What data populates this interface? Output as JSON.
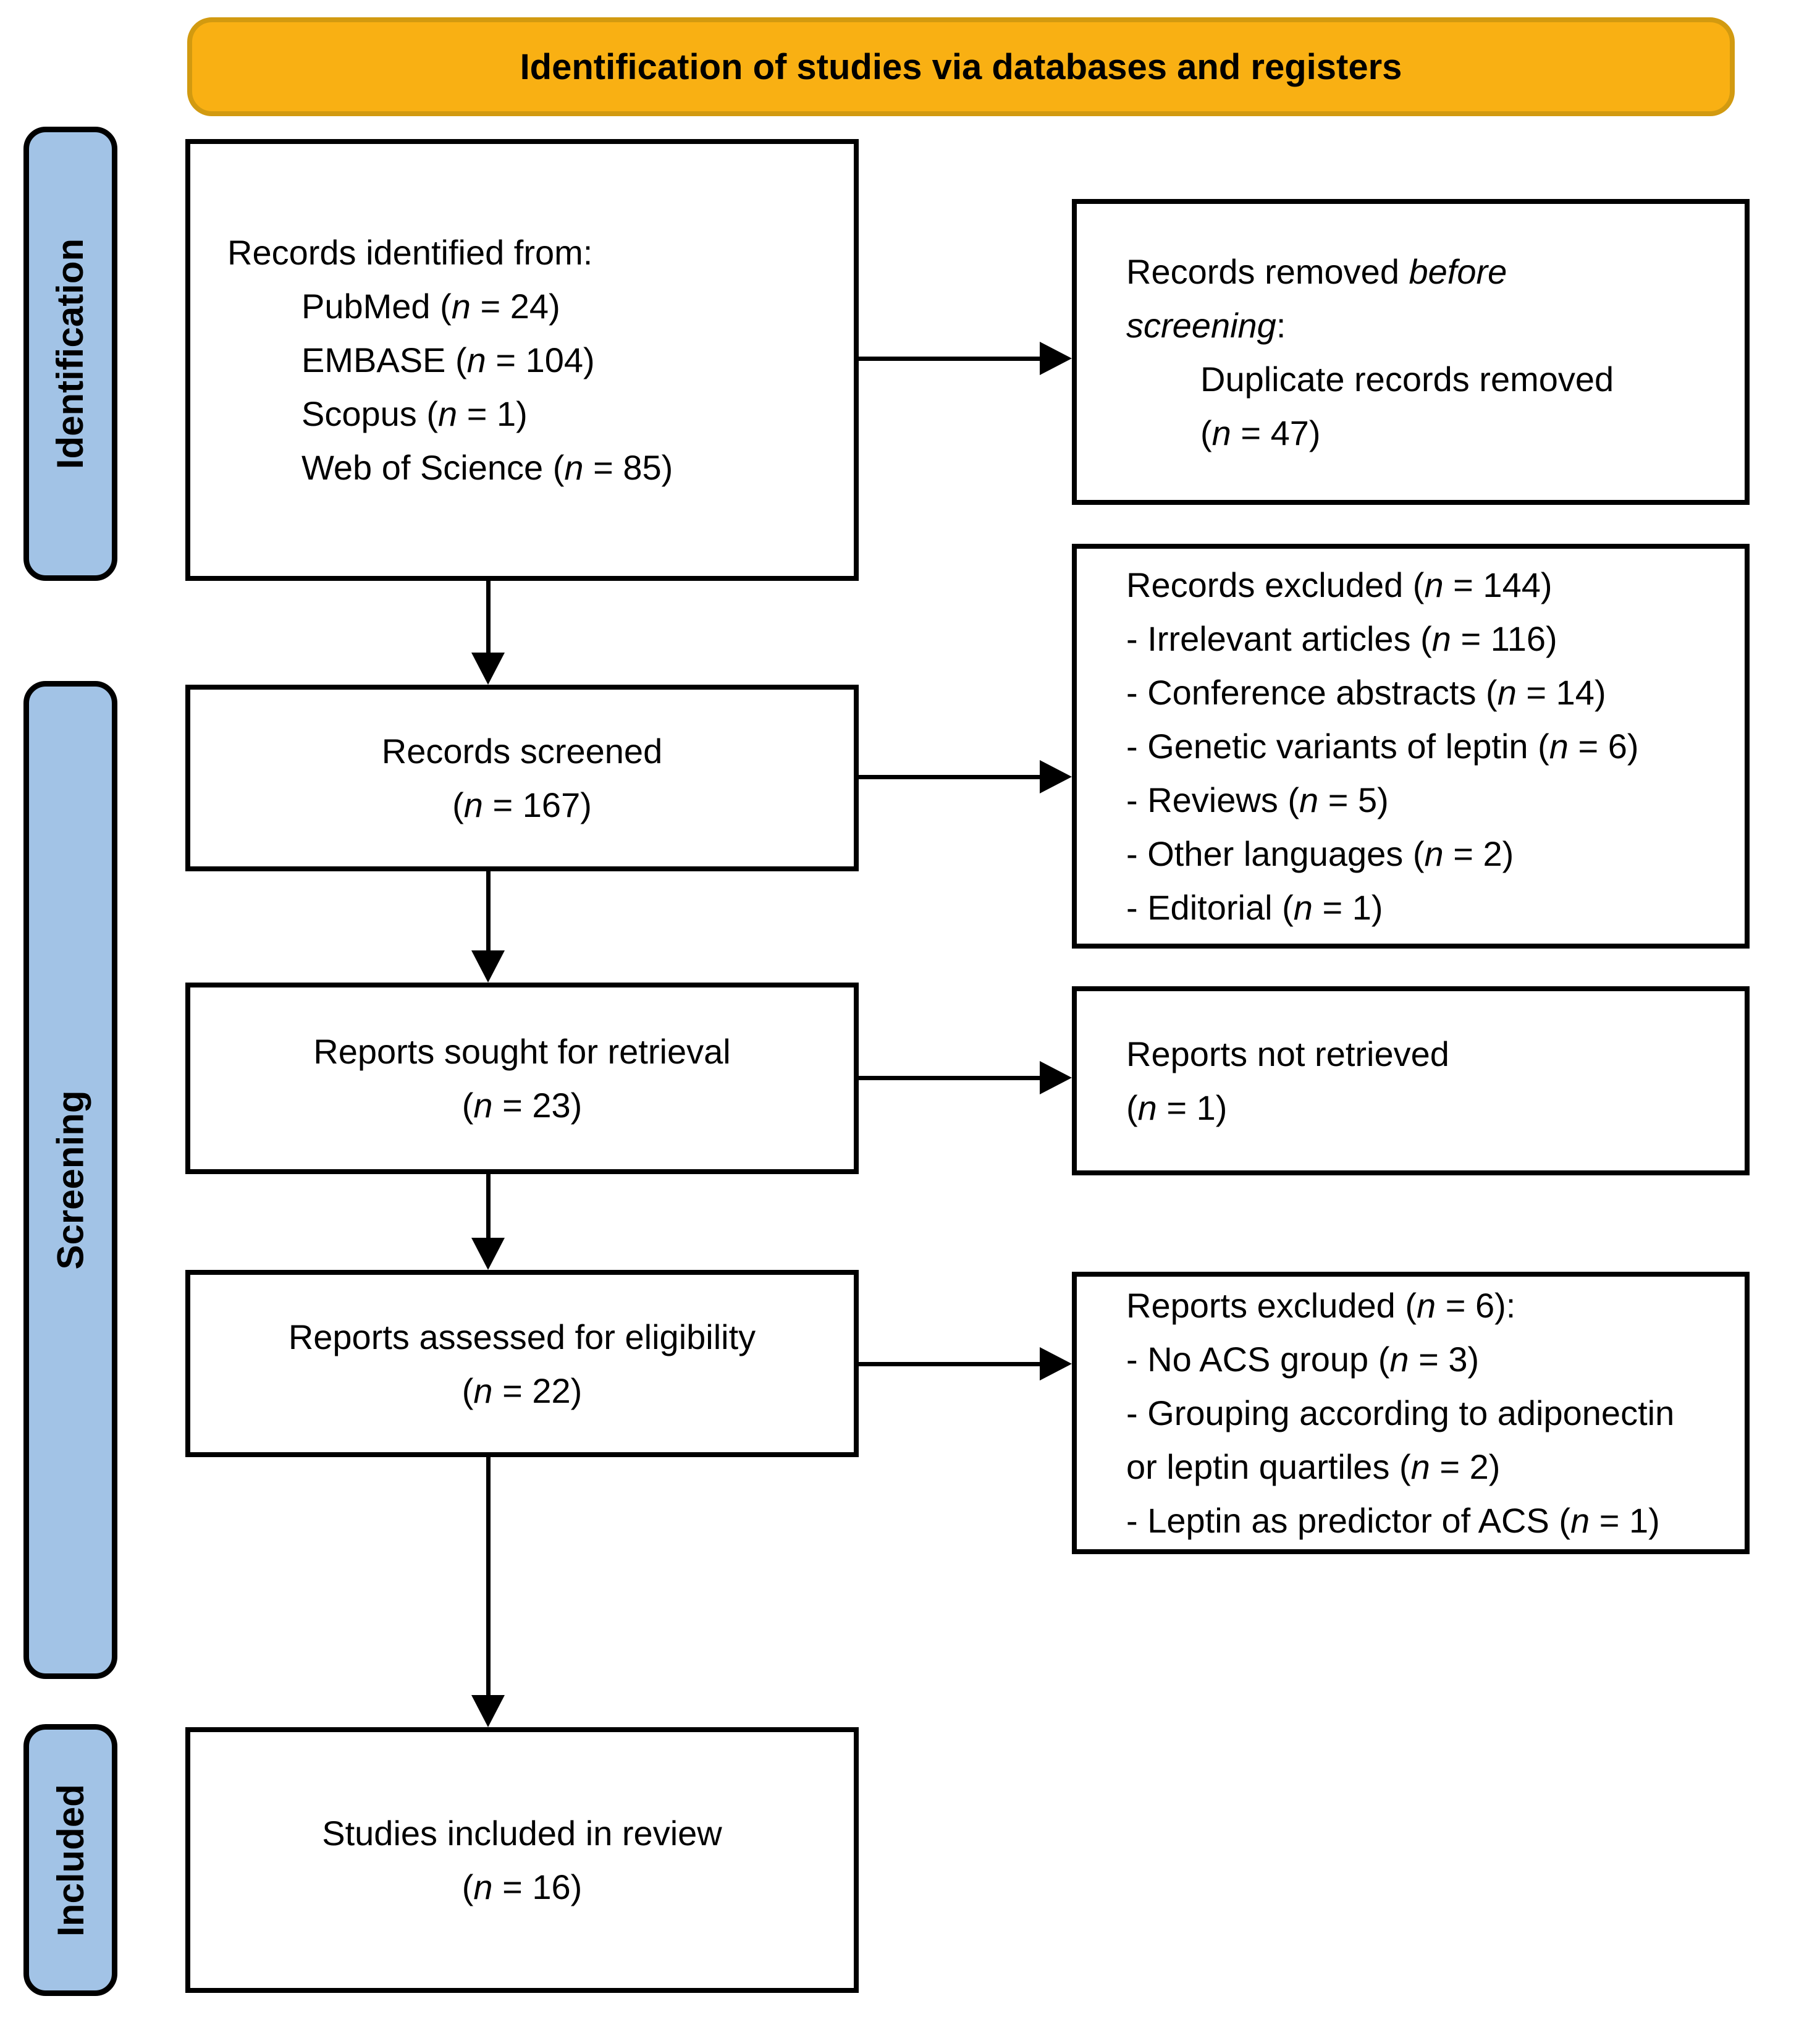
{
  "title": "Identification of studies via databases and registers",
  "colors": {
    "header_bg": "#F9B013",
    "header_border": "#D29A10",
    "stage_bg": "#A2C3E6",
    "box_border": "#000000",
    "arrow": "#000000"
  },
  "stages": [
    {
      "label": "Identification"
    },
    {
      "label": "Screening"
    },
    {
      "label": "Included"
    }
  ],
  "boxes": {
    "records_identified": {
      "lines": [
        {
          "t": "Records identified from:",
          "ind": false
        },
        {
          "t": "PubMed (*n* = 24)",
          "ind": true
        },
        {
          "t": "EMBASE (*n* = 104)",
          "ind": true
        },
        {
          "t": "Scopus (*n* = 1)",
          "ind": true
        },
        {
          "t": "Web of Science (*n* = 85)",
          "ind": true
        }
      ]
    },
    "records_removed": {
      "lines": [
        {
          "t": "Records removed *before*",
          "ind": false
        },
        {
          "t": "*screening*:",
          "ind": false
        },
        {
          "t": "Duplicate records removed",
          "ind": true
        },
        {
          "t": "(*n* = 47)",
          "ind": true
        }
      ]
    },
    "records_screened": {
      "lines": [
        {
          "t": "Records screened",
          "ind": false
        },
        {
          "t": "(*n* = 167)",
          "ind": false
        }
      ]
    },
    "records_excluded": {
      "lines": [
        {
          "t": "Records excluded (*n* = 144)",
          "ind": false
        },
        {
          "t": "- Irrelevant articles (*n* = 116)",
          "ind": false
        },
        {
          "t": "- Conference abstracts (*n* = 14)",
          "ind": false
        },
        {
          "t": "- Genetic variants of leptin (*n* = 6)",
          "ind": false
        },
        {
          "t": "- Reviews (*n* = 5)",
          "ind": false
        },
        {
          "t": "- Other languages (*n* = 2)",
          "ind": false
        },
        {
          "t": "- Editorial (*n* = 1)",
          "ind": false
        }
      ]
    },
    "reports_sought": {
      "lines": [
        {
          "t": "Reports sought for retrieval",
          "ind": false
        },
        {
          "t": "(*n* = 23)",
          "ind": false
        }
      ]
    },
    "reports_not_retrieved": {
      "lines": [
        {
          "t": "Reports not retrieved",
          "ind": false
        },
        {
          "t": "(*n* = 1)",
          "ind": false
        }
      ]
    },
    "reports_assessed": {
      "lines": [
        {
          "t": "Reports assessed for eligibility",
          "ind": false
        },
        {
          "t": "(*n* = 22)",
          "ind": false
        }
      ]
    },
    "reports_excluded": {
      "lines": [
        {
          "t": "Reports excluded (*n* = 6):",
          "ind": false
        },
        {
          "t": "- No ACS group (*n* = 3)",
          "ind": false
        },
        {
          "t": "- Grouping according to adiponectin",
          "ind": false
        },
        {
          "t": "or leptin quartiles (*n* = 2)",
          "ind": false
        },
        {
          "t": "- Leptin as predictor of ACS (*n* = 1)",
          "ind": false
        }
      ]
    },
    "studies_included": {
      "lines": [
        {
          "t": "Studies included in review",
          "ind": false
        },
        {
          "t": "(*n* = 16)",
          "ind": false
        }
      ]
    }
  }
}
